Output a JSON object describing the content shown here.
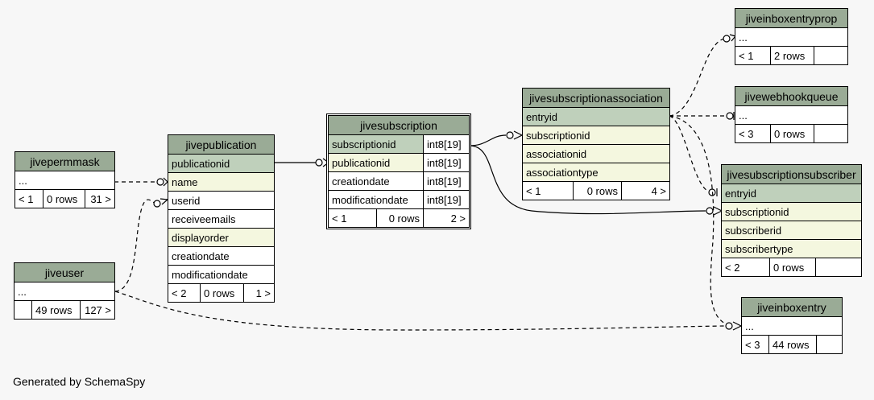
{
  "footer": "Generated by SchemaSpy",
  "tables": {
    "jivepermmask": {
      "title": "jivepermmask",
      "rows": [
        "..."
      ],
      "footer": [
        "< 1",
        "0 rows",
        "31 >"
      ]
    },
    "jiveuser": {
      "title": "jiveuser",
      "rows": [
        "..."
      ],
      "footer": [
        "",
        "49 rows",
        "127 >"
      ]
    },
    "jivepublication": {
      "title": "jivepublication",
      "rows": [
        "publicationid",
        "name",
        "userid",
        "receiveemails",
        "displayorder",
        "creationdate",
        "modificationdate"
      ],
      "footer": [
        "< 2",
        "0 rows",
        "1 >"
      ]
    },
    "jivesubscription": {
      "title": "jivesubscription",
      "columns": [
        {
          "name": "subscriptionid",
          "type": "int8[19]"
        },
        {
          "name": "publicationid",
          "type": "int8[19]"
        },
        {
          "name": "creationdate",
          "type": "int8[19]"
        },
        {
          "name": "modificationdate",
          "type": "int8[19]"
        }
      ],
      "footer": [
        "< 1",
        "0 rows",
        "2 >"
      ]
    },
    "jivesubscriptionassociation": {
      "title": "jivesubscriptionassociation",
      "rows": [
        "entryid",
        "subscriptionid",
        "associationid",
        "associationtype"
      ],
      "footer": [
        "< 1",
        "0 rows",
        "4 >"
      ]
    },
    "jiveinboxentryprop": {
      "title": "jiveinboxentryprop",
      "rows": [
        "..."
      ],
      "footer": [
        "< 1",
        "2 rows",
        ""
      ]
    },
    "jivewebhookqueue": {
      "title": "jivewebhookqueue",
      "rows": [
        "..."
      ],
      "footer": [
        "< 3",
        "0 rows",
        ""
      ]
    },
    "jivesubscriptionsubscriber": {
      "title": "jivesubscriptionsubscriber",
      "rows": [
        "entryid",
        "subscriptionid",
        "subscriberid",
        "subscribertype"
      ],
      "footer": [
        "< 2",
        "0 rows",
        ""
      ]
    },
    "jiveinboxentry": {
      "title": "jiveinboxentry",
      "rows": [
        "..."
      ],
      "footer": [
        "< 3",
        "44 rows",
        ""
      ]
    }
  }
}
